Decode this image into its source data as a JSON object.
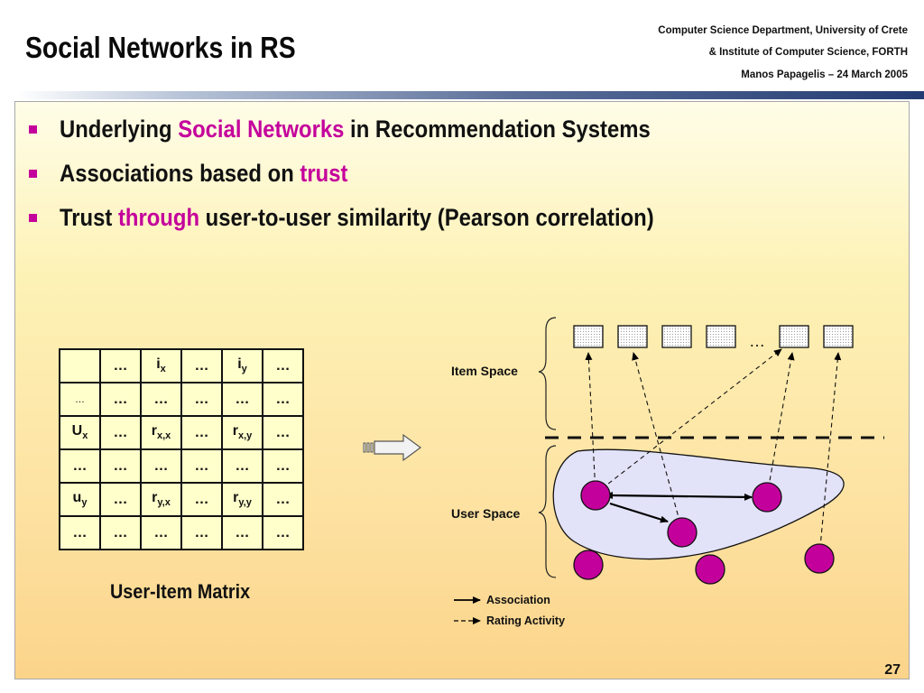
{
  "header": {
    "title": "Social Networks in RS",
    "affiliation1": "Computer Science Department, University of Crete",
    "affiliation2": "& Institute of Computer Science, FORTH",
    "author_date": "Manos Papagelis – 24 March 2005"
  },
  "bullets": [
    {
      "pre": "Underlying ",
      "hl": "Social Networks",
      "post": " in Recommendation Systems"
    },
    {
      "pre": "Associations based on ",
      "hl": "trust",
      "post": ""
    },
    {
      "pre": "Trust ",
      "hl": "through",
      "post": " user-to-user similarity (Pearson correlation)"
    }
  ],
  "matrix": {
    "label": "User-Item Matrix",
    "rows": [
      [
        "",
        "…",
        "ix",
        "…",
        "iy",
        "…"
      ],
      [
        "…",
        "…",
        "…",
        "…",
        "…",
        "…"
      ],
      [
        "Ux",
        "…",
        "rx,x",
        "…",
        "rx,y",
        "…"
      ],
      [
        "…",
        "…",
        "…",
        "…",
        "…",
        "…"
      ],
      [
        "uy",
        "…",
        "ry,x",
        "…",
        "ry,y",
        "…"
      ],
      [
        "…",
        "…",
        "…",
        "…",
        "…",
        "…"
      ]
    ]
  },
  "diagram": {
    "item_space_label": "Item Space",
    "user_space_label": "User Space",
    "items_ellipsis": "…",
    "legend_association": "Association",
    "legend_rating": "Rating Activity",
    "user_color": "#c4009c",
    "item_color": "#ffffff",
    "cloud_color": "#e2e2f8"
  },
  "page_number": "27"
}
